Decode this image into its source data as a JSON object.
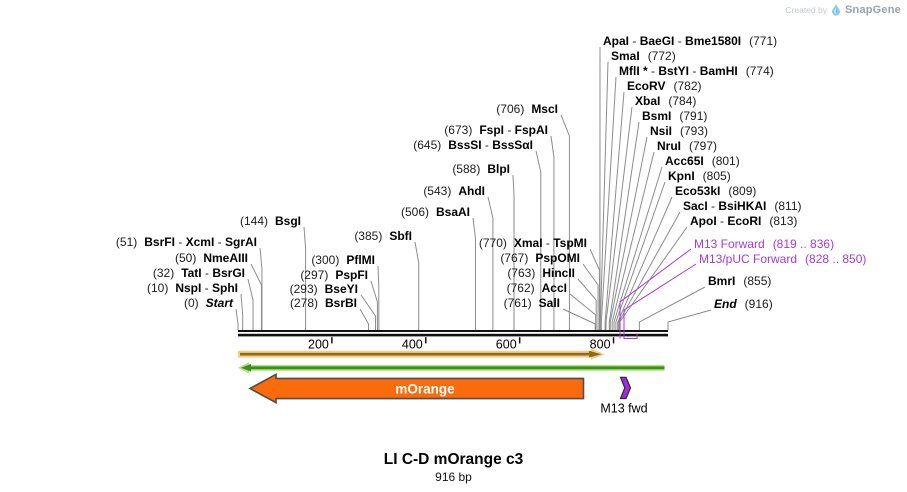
{
  "watermark": {
    "created_by": "Created by",
    "brand": "SnapGene"
  },
  "footer": {
    "title": "LI C-D mOrange c3",
    "subtitle": "916 bp"
  },
  "map": {
    "length_bp": 916
  },
  "ruler": {
    "ticks": [
      {
        "label": "200",
        "bp": 200
      },
      {
        "label": "400",
        "bp": 400
      },
      {
        "label": "600",
        "bp": 600
      },
      {
        "label": "800",
        "bp": 800
      }
    ]
  },
  "features": {
    "morange": {
      "label": "mOrange",
      "direction": "left"
    },
    "m13fwd": {
      "label": "M13 fwd",
      "direction": "right"
    }
  },
  "colors": {
    "line": "#8c8c8c",
    "sequence": "#111111",
    "primer_line": "#a43bd8",
    "accent_orange": "#fa6b0b",
    "orange_stroke": "#4d4d4d",
    "orf_fill": "#f3cd8e",
    "orf_core": "#8e6b15",
    "rev_fill": "#ace47c",
    "rev_core": "#3f8d1d",
    "purple_fill": "#a32bdf",
    "morange_text": "#ffffff"
  },
  "sites": [
    {
      "names": [
        "BsgI"
      ],
      "pos": "(144)",
      "bp": 144
    },
    {
      "names": [
        "BsrFI",
        "XcmI",
        "SgrAI"
      ],
      "pos": "(51)",
      "bp": 51
    },
    {
      "names": [
        "NmeAIII"
      ],
      "pos": "(50)",
      "bp": 50
    },
    {
      "names": [
        "TatI",
        "BsrGI"
      ],
      "pos": "(32)",
      "bp": 32
    },
    {
      "names": [
        "NspI",
        "SphI"
      ],
      "pos": "(10)",
      "bp": 10
    },
    {
      "names": [
        "Start"
      ],
      "pos": "(0)",
      "bp": 0,
      "italic": true
    },
    {
      "names": [
        "SbfI"
      ],
      "pos": "(385)",
      "bp": 385
    },
    {
      "names": [
        "PflMI"
      ],
      "pos": "(300)",
      "bp": 300
    },
    {
      "names": [
        "PspFI"
      ],
      "pos": "(297)",
      "bp": 297
    },
    {
      "names": [
        "BseYI"
      ],
      "pos": "(293)",
      "bp": 293
    },
    {
      "names": [
        "BsrBI"
      ],
      "pos": "(278)",
      "bp": 278
    },
    {
      "names": [
        "MscI"
      ],
      "pos": "(706)",
      "bp": 706
    },
    {
      "names": [
        "FspI",
        "FspAI"
      ],
      "pos": "(673)",
      "bp": 673
    },
    {
      "names": [
        "BssSI",
        "BssSαI"
      ],
      "pos": "(645)",
      "bp": 645
    },
    {
      "names": [
        "BlpI"
      ],
      "pos": "(588)",
      "bp": 588
    },
    {
      "names": [
        "AhdI"
      ],
      "pos": "(543)",
      "bp": 543
    },
    {
      "names": [
        "BsaAI"
      ],
      "pos": "(506)",
      "bp": 506
    },
    {
      "names": [
        "XmaI",
        "TspMI"
      ],
      "pos": "(770)",
      "bp": 770
    },
    {
      "names": [
        "PspOMI"
      ],
      "pos": "(767)",
      "bp": 767
    },
    {
      "names": [
        "HincII"
      ],
      "pos": "(763)",
      "bp": 763
    },
    {
      "names": [
        "AccI"
      ],
      "pos": "(762)",
      "bp": 762
    },
    {
      "names": [
        "SalI"
      ],
      "pos": "(761)",
      "bp": 761
    },
    {
      "names": [
        "ApaI",
        "BaeGI",
        "Bme1580I"
      ],
      "pos": "(771)",
      "bp": 771
    },
    {
      "names": [
        "SmaI"
      ],
      "pos": "(772)",
      "bp": 772
    },
    {
      "names": [
        "MflI *",
        "BstYI",
        "BamHI"
      ],
      "pos": "(774)",
      "bp": 774
    },
    {
      "names": [
        "EcoRV"
      ],
      "pos": "(782)",
      "bp": 782
    },
    {
      "names": [
        "XbaI"
      ],
      "pos": "(784)",
      "bp": 784
    },
    {
      "names": [
        "BsmI"
      ],
      "pos": "(791)",
      "bp": 791
    },
    {
      "names": [
        "NsiI"
      ],
      "pos": "(793)",
      "bp": 793
    },
    {
      "names": [
        "NruI"
      ],
      "pos": "(797)",
      "bp": 797
    },
    {
      "names": [
        "Acc65I"
      ],
      "pos": "(801)",
      "bp": 801
    },
    {
      "names": [
        "KpnI"
      ],
      "pos": "(805)",
      "bp": 805
    },
    {
      "names": [
        "Eco53kI"
      ],
      "pos": "(809)",
      "bp": 809
    },
    {
      "names": [
        "SacI",
        "BsiHKAI"
      ],
      "pos": "(811)",
      "bp": 811
    },
    {
      "names": [
        "ApoI",
        "EcoRI"
      ],
      "pos": "(813)",
      "bp": 813
    },
    {
      "names": [
        "M13 Forward"
      ],
      "pos": "(819 .. 836)",
      "bp": 819,
      "primer": true
    },
    {
      "names": [
        "M13/pUC Forward"
      ],
      "pos": "(828 .. 850)",
      "bp": 828,
      "primer": true
    },
    {
      "names": [
        "BmrI"
      ],
      "pos": "(855)",
      "bp": 855
    },
    {
      "names": [
        "End"
      ],
      "pos": "(916)",
      "bp": 916,
      "italic": true
    }
  ]
}
